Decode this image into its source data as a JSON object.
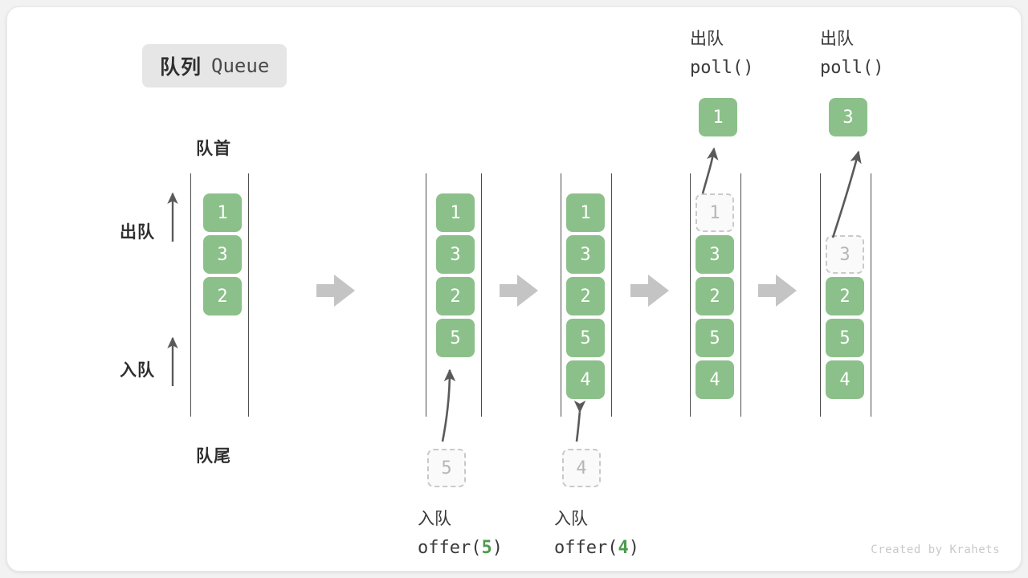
{
  "title": {
    "cn": "队列",
    "en": "Queue"
  },
  "labels": {
    "front": "队首",
    "rear": "队尾",
    "dequeue": "出队",
    "enqueue": "入队"
  },
  "credit": "Created by Krahets",
  "colors": {
    "cell_fill": "#8cc08a",
    "cell_text": "#ffffff",
    "ghost_fill": "#fafafa",
    "ghost_border": "#c9c9c9",
    "ghost_text": "#b6b6b6",
    "rail": "#4d4d4d",
    "arrow_block": "#c4c4c4",
    "arrow_thin": "#5a5a5a",
    "badge_bg": "#e6e6e6",
    "accent_num": "#4e9a4e",
    "credit": "#c9c9c9"
  },
  "steps": [
    {
      "id": "state-initial",
      "cells": [
        {
          "value": "1",
          "state": "filled"
        },
        {
          "value": "3",
          "state": "filled"
        },
        {
          "value": "2",
          "state": "filled"
        }
      ],
      "caption_cn": "",
      "caption_code": ""
    },
    {
      "id": "state-after-offer-5",
      "cells": [
        {
          "value": "1",
          "state": "filled"
        },
        {
          "value": "3",
          "state": "filled"
        },
        {
          "value": "2",
          "state": "filled"
        },
        {
          "value": "5",
          "state": "filled"
        }
      ],
      "incoming": {
        "value": "5",
        "state": "ghost"
      },
      "caption_cn": "入队",
      "caption_code_prefix": "offer(",
      "caption_code_num": "5",
      "caption_code_suffix": ")"
    },
    {
      "id": "state-after-offer-4",
      "cells": [
        {
          "value": "1",
          "state": "filled"
        },
        {
          "value": "3",
          "state": "filled"
        },
        {
          "value": "2",
          "state": "filled"
        },
        {
          "value": "5",
          "state": "filled"
        },
        {
          "value": "4",
          "state": "filled"
        }
      ],
      "incoming": {
        "value": "4",
        "state": "ghost"
      },
      "caption_cn": "入队",
      "caption_code_prefix": "offer(",
      "caption_code_num": "4",
      "caption_code_suffix": ")"
    },
    {
      "id": "state-after-poll-1",
      "cells": [
        {
          "value": "1",
          "state": "ghost"
        },
        {
          "value": "3",
          "state": "filled"
        },
        {
          "value": "2",
          "state": "filled"
        },
        {
          "value": "5",
          "state": "filled"
        },
        {
          "value": "4",
          "state": "filled"
        }
      ],
      "popped": "1",
      "caption_cn": "出队",
      "caption_code": "poll()"
    },
    {
      "id": "state-after-poll-3",
      "cells": [
        {
          "value": "",
          "state": "empty"
        },
        {
          "value": "3",
          "state": "ghost"
        },
        {
          "value": "2",
          "state": "filled"
        },
        {
          "value": "5",
          "state": "filled"
        },
        {
          "value": "4",
          "state": "filled"
        }
      ],
      "popped": "3",
      "caption_cn": "出队",
      "caption_code": "poll()"
    }
  ]
}
